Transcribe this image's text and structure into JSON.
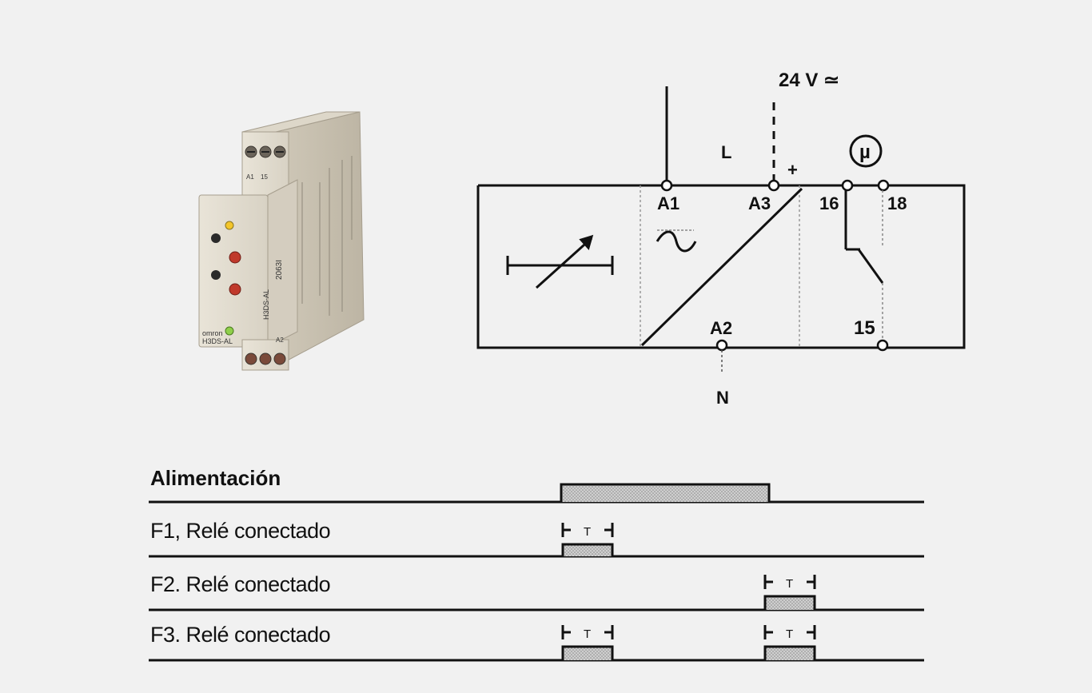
{
  "device": {
    "top_terminals": [
      "A1",
      "15"
    ],
    "bottom_terminal": "A2",
    "brand": "omron",
    "model": "H3DS-AL",
    "side_model": "H3DS-AL",
    "serial": "2063I"
  },
  "circuit": {
    "supply_label": "24 V ≃",
    "line_label": "L",
    "neutral_label": "N",
    "plus_sign": "+",
    "mu_symbol": "µ",
    "terminals": {
      "a1": "A1",
      "a3": "A3",
      "t16": "16",
      "t18": "18",
      "a2": "A2",
      "t15": "15"
    }
  },
  "timing": {
    "rows": [
      {
        "label": "Alimentación"
      },
      {
        "label": "F1, Relé conectado"
      },
      {
        "label": "F2. Relé conectado"
      },
      {
        "label": "F3. Relé conectado"
      }
    ],
    "t_marker": "T"
  }
}
